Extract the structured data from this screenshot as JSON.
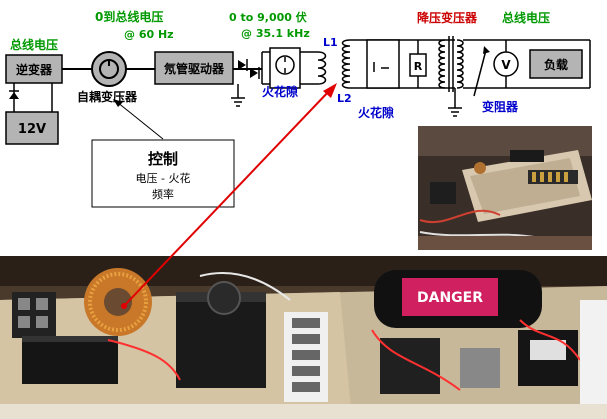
{
  "labels": {
    "bus_voltage_left": "总线电压",
    "inverter": "逆变器",
    "battery": "12V",
    "autotransformer": "自耦变压器",
    "variac_range": "0到总线电压",
    "variac_freq": "@ 60 Hz",
    "neon_driver": "氖管驱动器",
    "sg_voltage_range": "0 to 9,000 伏",
    "sg_freq": "@ 35.1 kHz",
    "spark_gap_1": "火花隙",
    "l1": "L1",
    "l2": "L2",
    "spark_gap_2": "火花隙",
    "stepdown": "降压变压器",
    "bus_voltage_right": "总线电压",
    "resistor": "R",
    "voltmeter": "V",
    "load": "负载",
    "rheostat": "变阻器",
    "control_title": "控制",
    "control_line1": "电压 - 火花",
    "control_line2": "频率",
    "danger": "DANGER"
  },
  "colors": {
    "green": "#009900",
    "blue": "#0000cc",
    "red": "#cc0000",
    "box_fill": "#b4b4b4",
    "arrow_red": "#e00000"
  }
}
